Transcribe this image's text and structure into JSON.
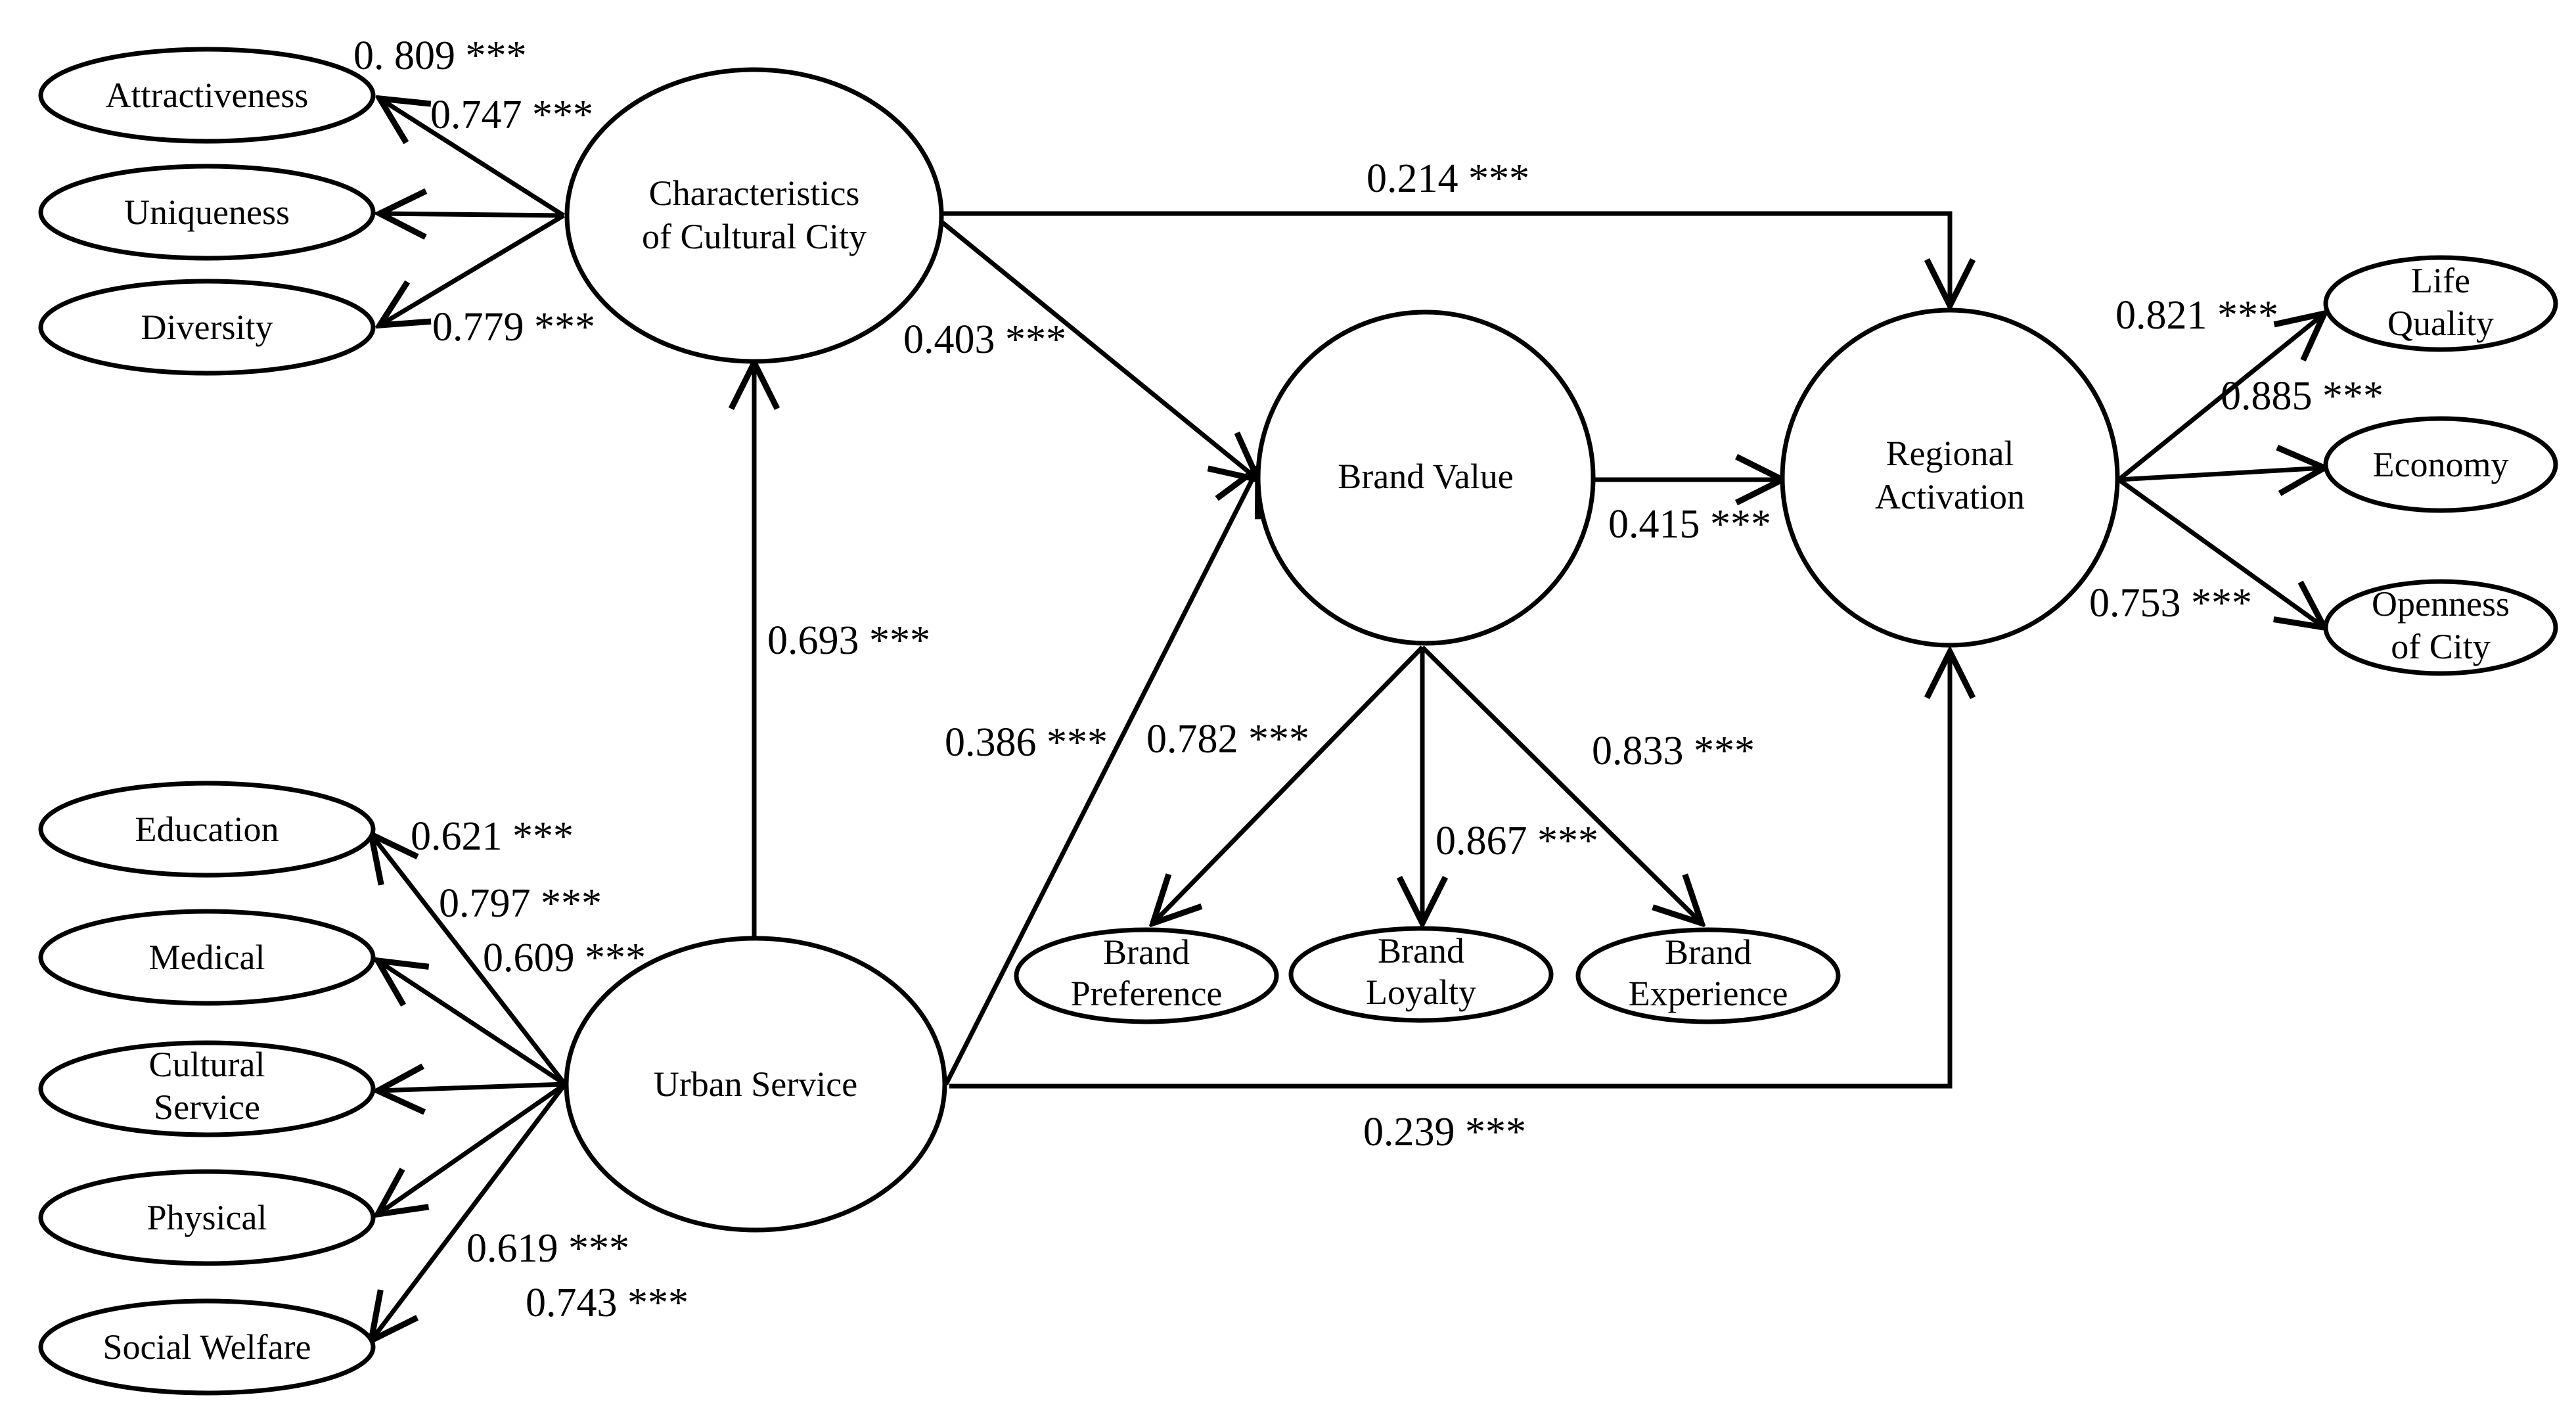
{
  "constructs": {
    "characteristics": {
      "line1": "Characteristics",
      "line2": "of Cultural City"
    },
    "brand_value": "Brand Value",
    "regional_activation": {
      "line1": "Regional",
      "line2": "Activation"
    },
    "urban_service": "Urban Service"
  },
  "indicators": {
    "attractiveness": "Attractiveness",
    "uniqueness": "Uniqueness",
    "diversity": "Diversity",
    "education": "Education",
    "medical": "Medical",
    "cultural_service": {
      "line1": "Cultural",
      "line2": "Service"
    },
    "physical": "Physical",
    "social_welfare": "Social Welfare",
    "brand_preference": {
      "line1": "Brand",
      "line2": "Preference"
    },
    "brand_loyalty": {
      "line1": "Brand",
      "line2": "Loyalty"
    },
    "brand_experience": {
      "line1": "Brand",
      "line2": "Experience"
    },
    "life_quality": {
      "line1": "Life",
      "line2": "Quality"
    },
    "economy": "Economy",
    "openness_of_city": {
      "line1": "Openness",
      "line2": "of City"
    }
  },
  "coefficients": {
    "c_attractiveness": "0. 809 ***",
    "c_uniqueness": "0.747 ***",
    "c_diversity": "0.779 ***",
    "c_char_to_regional": "0.214 ***",
    "c_char_to_brand": "0.403 ***",
    "c_urban_to_char": "0.693 ***",
    "c_urban_to_brand": "0.386 ***",
    "c_brand_preference": "0.782 ***",
    "c_brand_experience": "0.833 ***",
    "c_brand_loyalty": "0.867 ***",
    "c_brand_to_regional": "0.415 ***",
    "c_life_quality": "0.821 ***",
    "c_economy": "0.885 ***",
    "c_openness": "0.753 ***",
    "c_education": "0.621 ***",
    "c_medical": "0.797 ***",
    "c_cultural_service": "0.609 ***",
    "c_physical": "0.619 ***",
    "c_social_welfare": "0.743 ***",
    "c_urban_to_regional": "0.239 ***"
  }
}
